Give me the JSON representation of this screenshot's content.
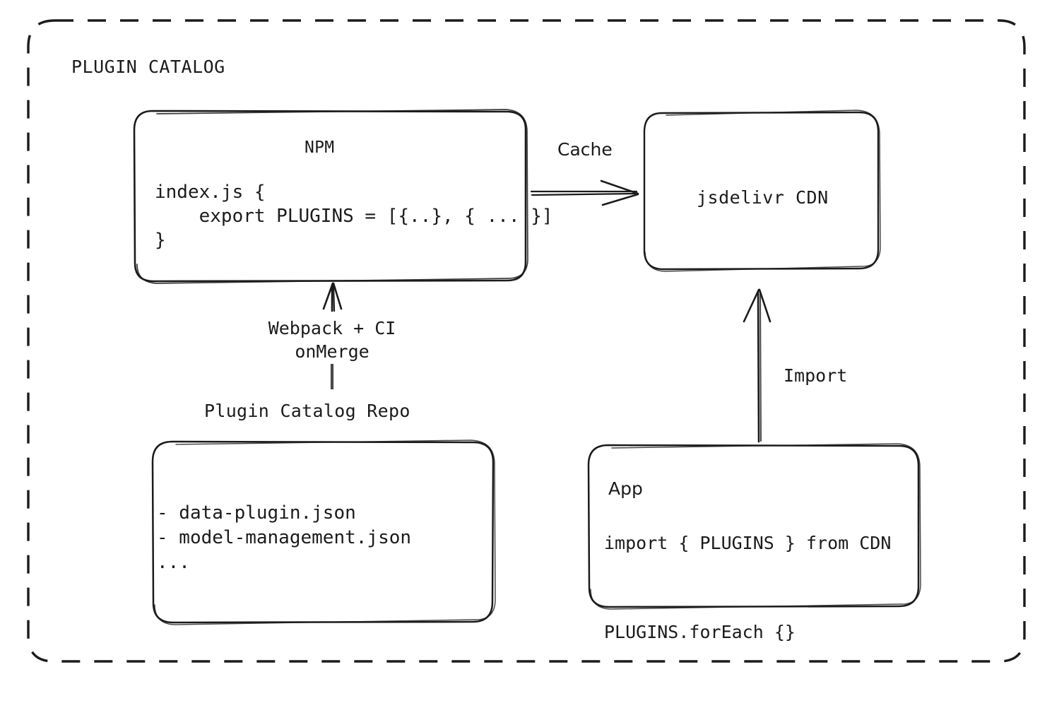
{
  "diagram": {
    "group_title": "PLUGIN CATALOG",
    "nodes": {
      "npm": {
        "title": "NPM",
        "code": "index.js {\n    export PLUGINS = [{..}, { ... }]\n}"
      },
      "cdn": {
        "title": "jsdelivr CDN"
      },
      "repo": {
        "caption": "Plugin Catalog Repo",
        "items": "- data-plugin.json\n- model-management.json\n..."
      },
      "app": {
        "title": "App",
        "code": "import { PLUGINS } from CDN\n\nPLUGINS.forEach {}"
      }
    },
    "edges": {
      "cache": "Cache",
      "build": "Webpack + CI\nonMerge",
      "import": "Import"
    },
    "colors": {
      "stroke": "#1b1b1b",
      "background": "#ffffff",
      "text": "#1b1b1b"
    }
  }
}
